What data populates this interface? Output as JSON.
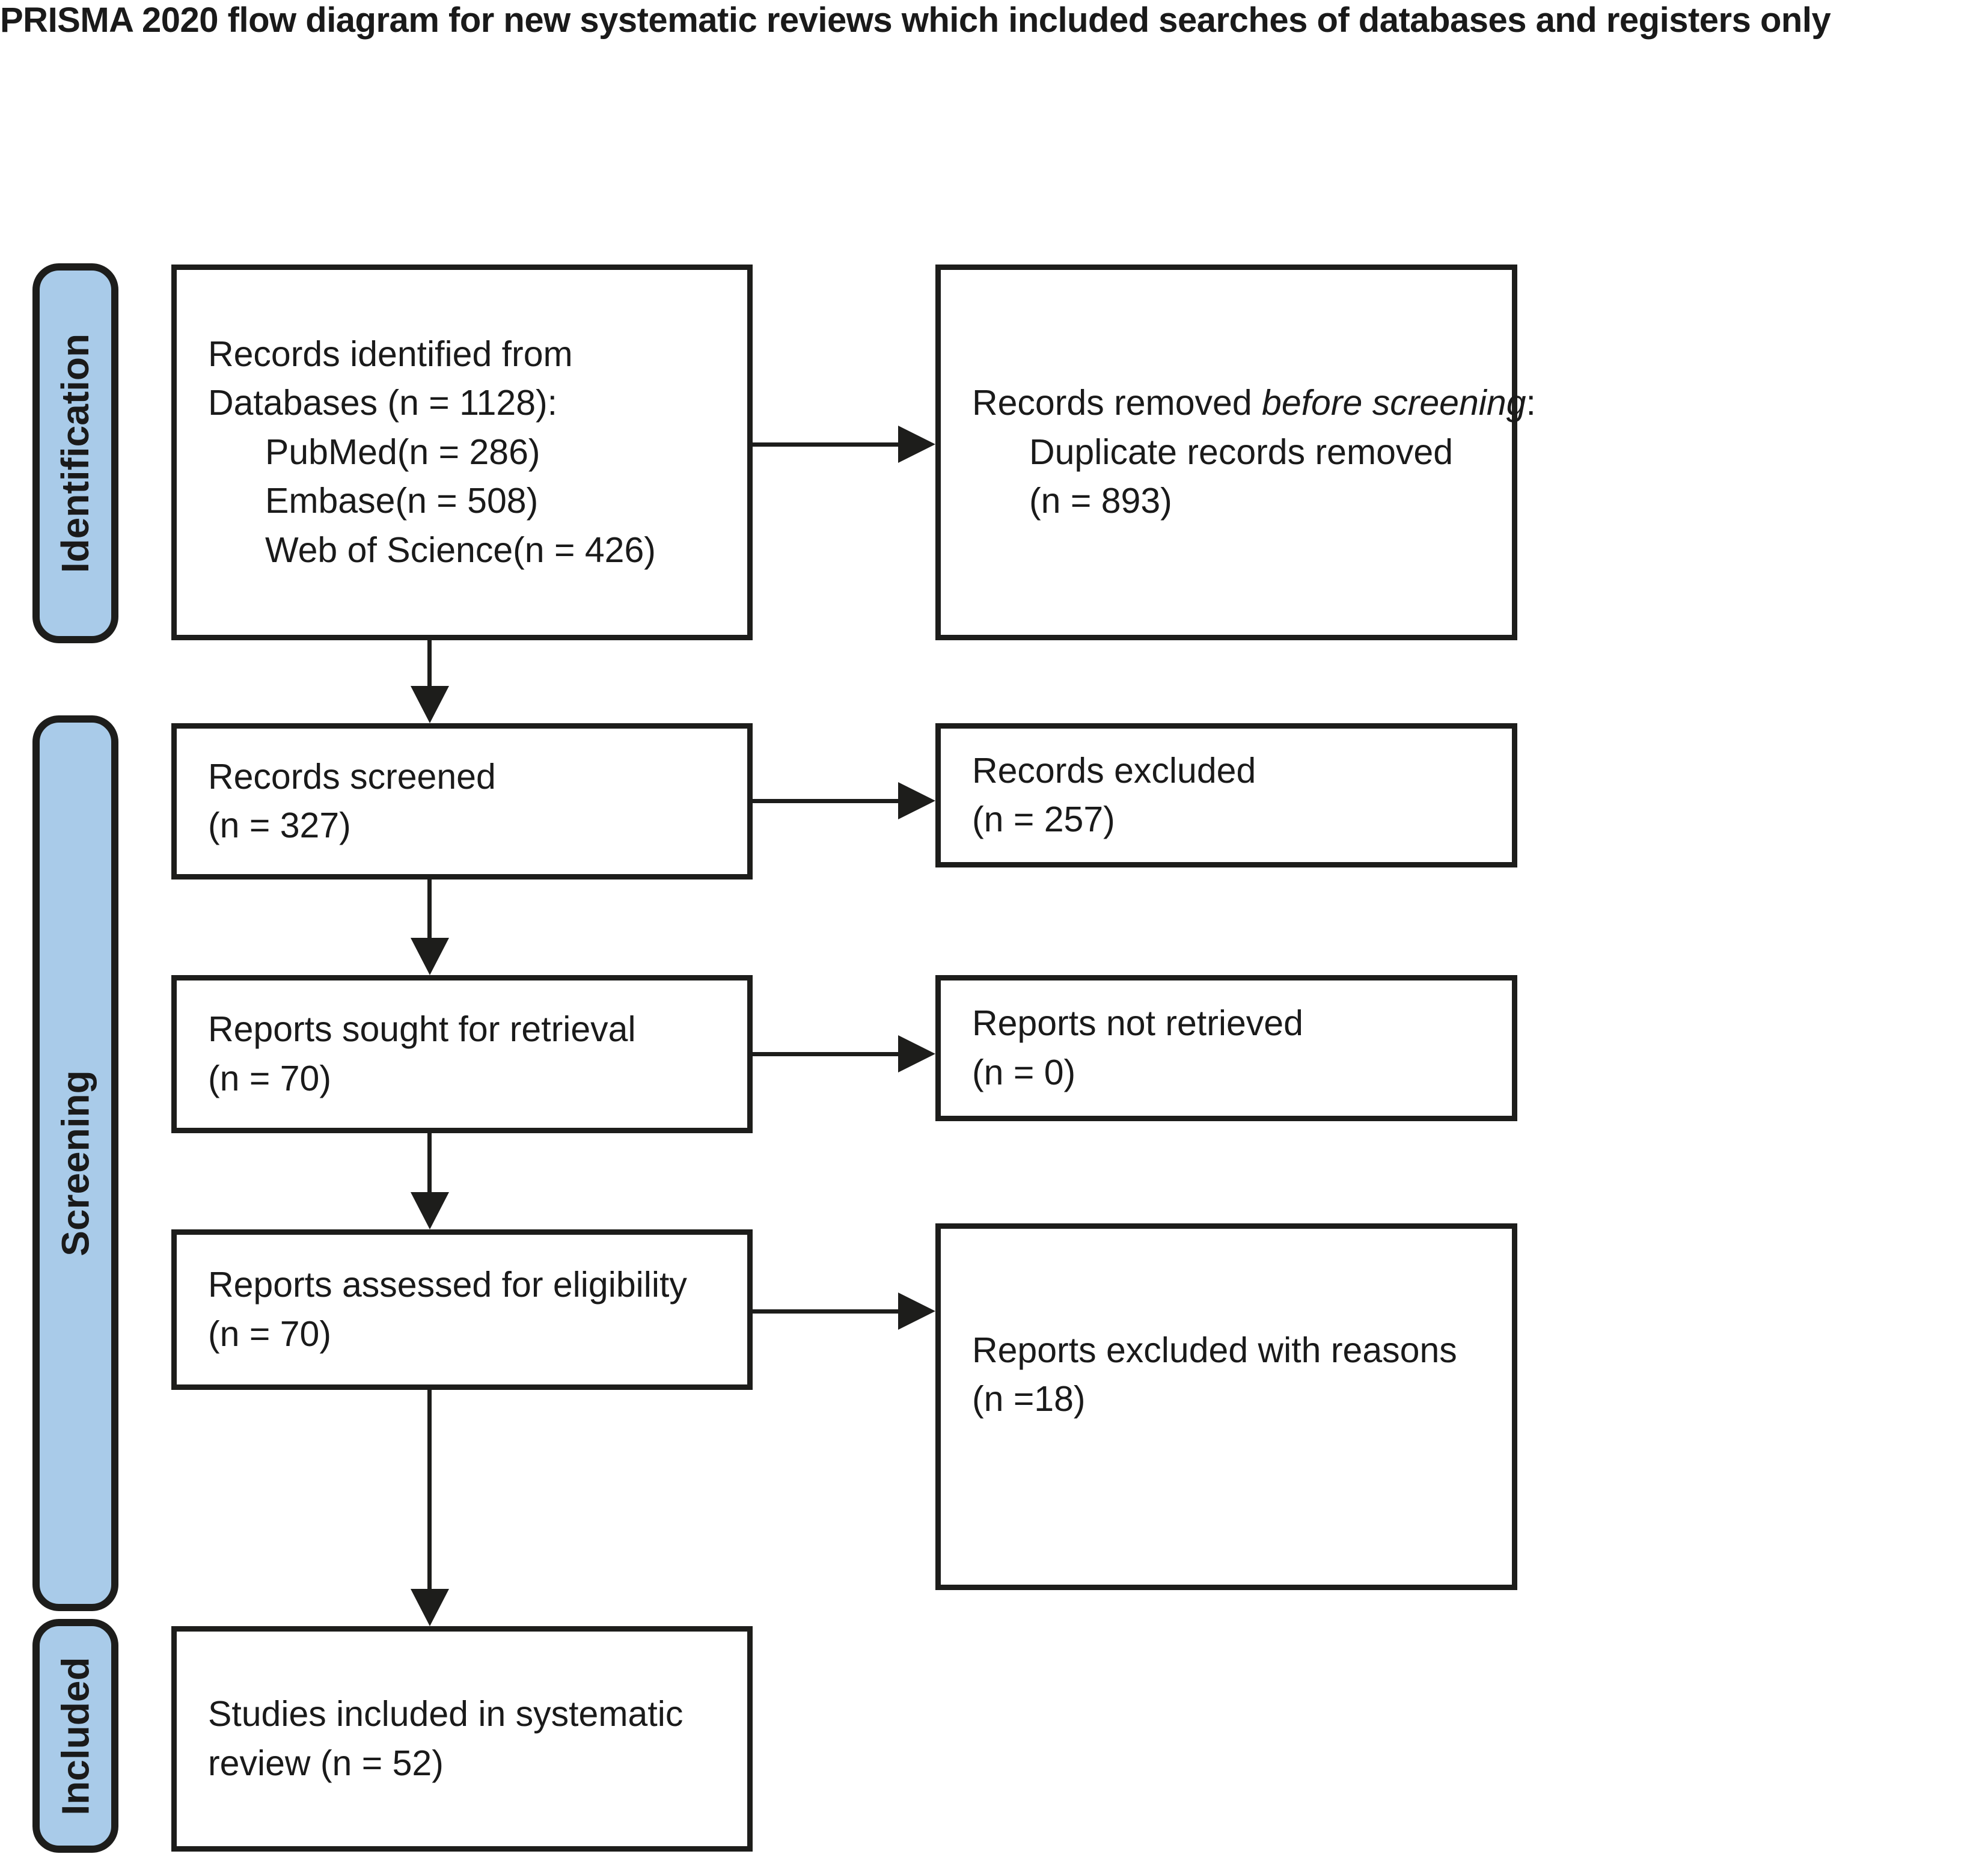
{
  "title": "PRISMA 2020 flow diagram for new systematic reviews which included searches of databases and registers only",
  "colors": {
    "stage_fill": "#A9CBE9",
    "line": "#1D1D1B"
  },
  "stages": {
    "identification": "Identification",
    "screening": "Screening",
    "included": "Included"
  },
  "boxes": {
    "identified": {
      "line1": "Records identified from",
      "line2": "Databases (n = 1128):",
      "item1": "PubMed(n = 286)",
      "item2": "Embase(n = 508)",
      "item3": "Web of Science(n = 426)"
    },
    "removed": {
      "part1": "Records removed ",
      "part2_italic": "before screening",
      "part3": ":",
      "item1": "Duplicate records removed",
      "item2": "(n = 893)"
    },
    "screened": {
      "line1": "Records screened",
      "line2": "(n = 327)"
    },
    "excluded": {
      "line1": "Records excluded",
      "line2": "(n = 257)"
    },
    "sought": {
      "line1": "Reports sought for retrieval",
      "line2": "(n = 70)"
    },
    "not_retrieved": {
      "line1": "Reports not retrieved",
      "line2": "(n = 0)"
    },
    "assessed": {
      "line1": "Reports assessed for eligibility",
      "line2": "(n = 70)"
    },
    "excluded_reasons": {
      "line1": "Reports excluded with reasons",
      "line2": "(n =18)"
    },
    "included_studies": {
      "line1": "Studies included in systematic",
      "line2": "review (n = 52)"
    }
  }
}
